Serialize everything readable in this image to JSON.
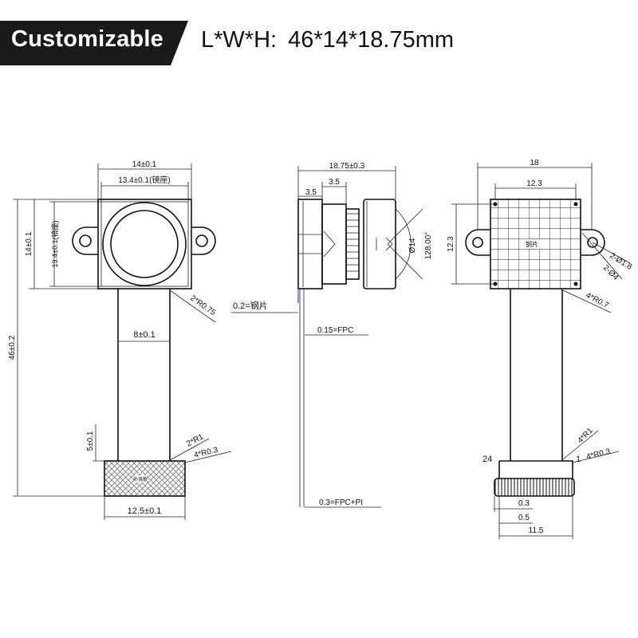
{
  "header": {
    "badge": "Customizable",
    "dims_label": "L*W*H:",
    "dims_value": "46*14*18.75mm"
  },
  "front": {
    "width_outer": "14±0.1",
    "width_inner": "13.4±0.1(镜座)",
    "height_outer": "14±0.1",
    "height_inner": "13.4±0.1(镜座)",
    "total_length": "46±0.2",
    "fpc_width": "8±0.1",
    "corner_radius": "2*R0.75",
    "bend_radius": "2*R1",
    "connector_radius": "4*R0.3",
    "connector_height": "5±0.1",
    "connector_width": "12.5±0.1",
    "connector_mark": "补强板"
  },
  "side": {
    "total_depth": "18.75±0.3",
    "lens_a": "3.5",
    "lens_b": "3.5",
    "diameter": "Ø14",
    "fov": "128.00°",
    "steel": "0.2=钢片",
    "fpc": "0.15=FPC",
    "fpc_pi": "0.3=FPC+PI"
  },
  "back": {
    "width": "18",
    "inner_width": "12.3",
    "height": "12.3",
    "hole": "2-Ø1.8",
    "hole2": "2-Ø4",
    "radius": "4*R0.7",
    "plate_mark": "钢片",
    "bend_radius": "4*R1",
    "connector_radius": "4*R0.3",
    "pin_last": "24",
    "pin_first": "1",
    "dim_a": "0.3",
    "dim_b": "0.5",
    "connector_width": "11.5"
  }
}
